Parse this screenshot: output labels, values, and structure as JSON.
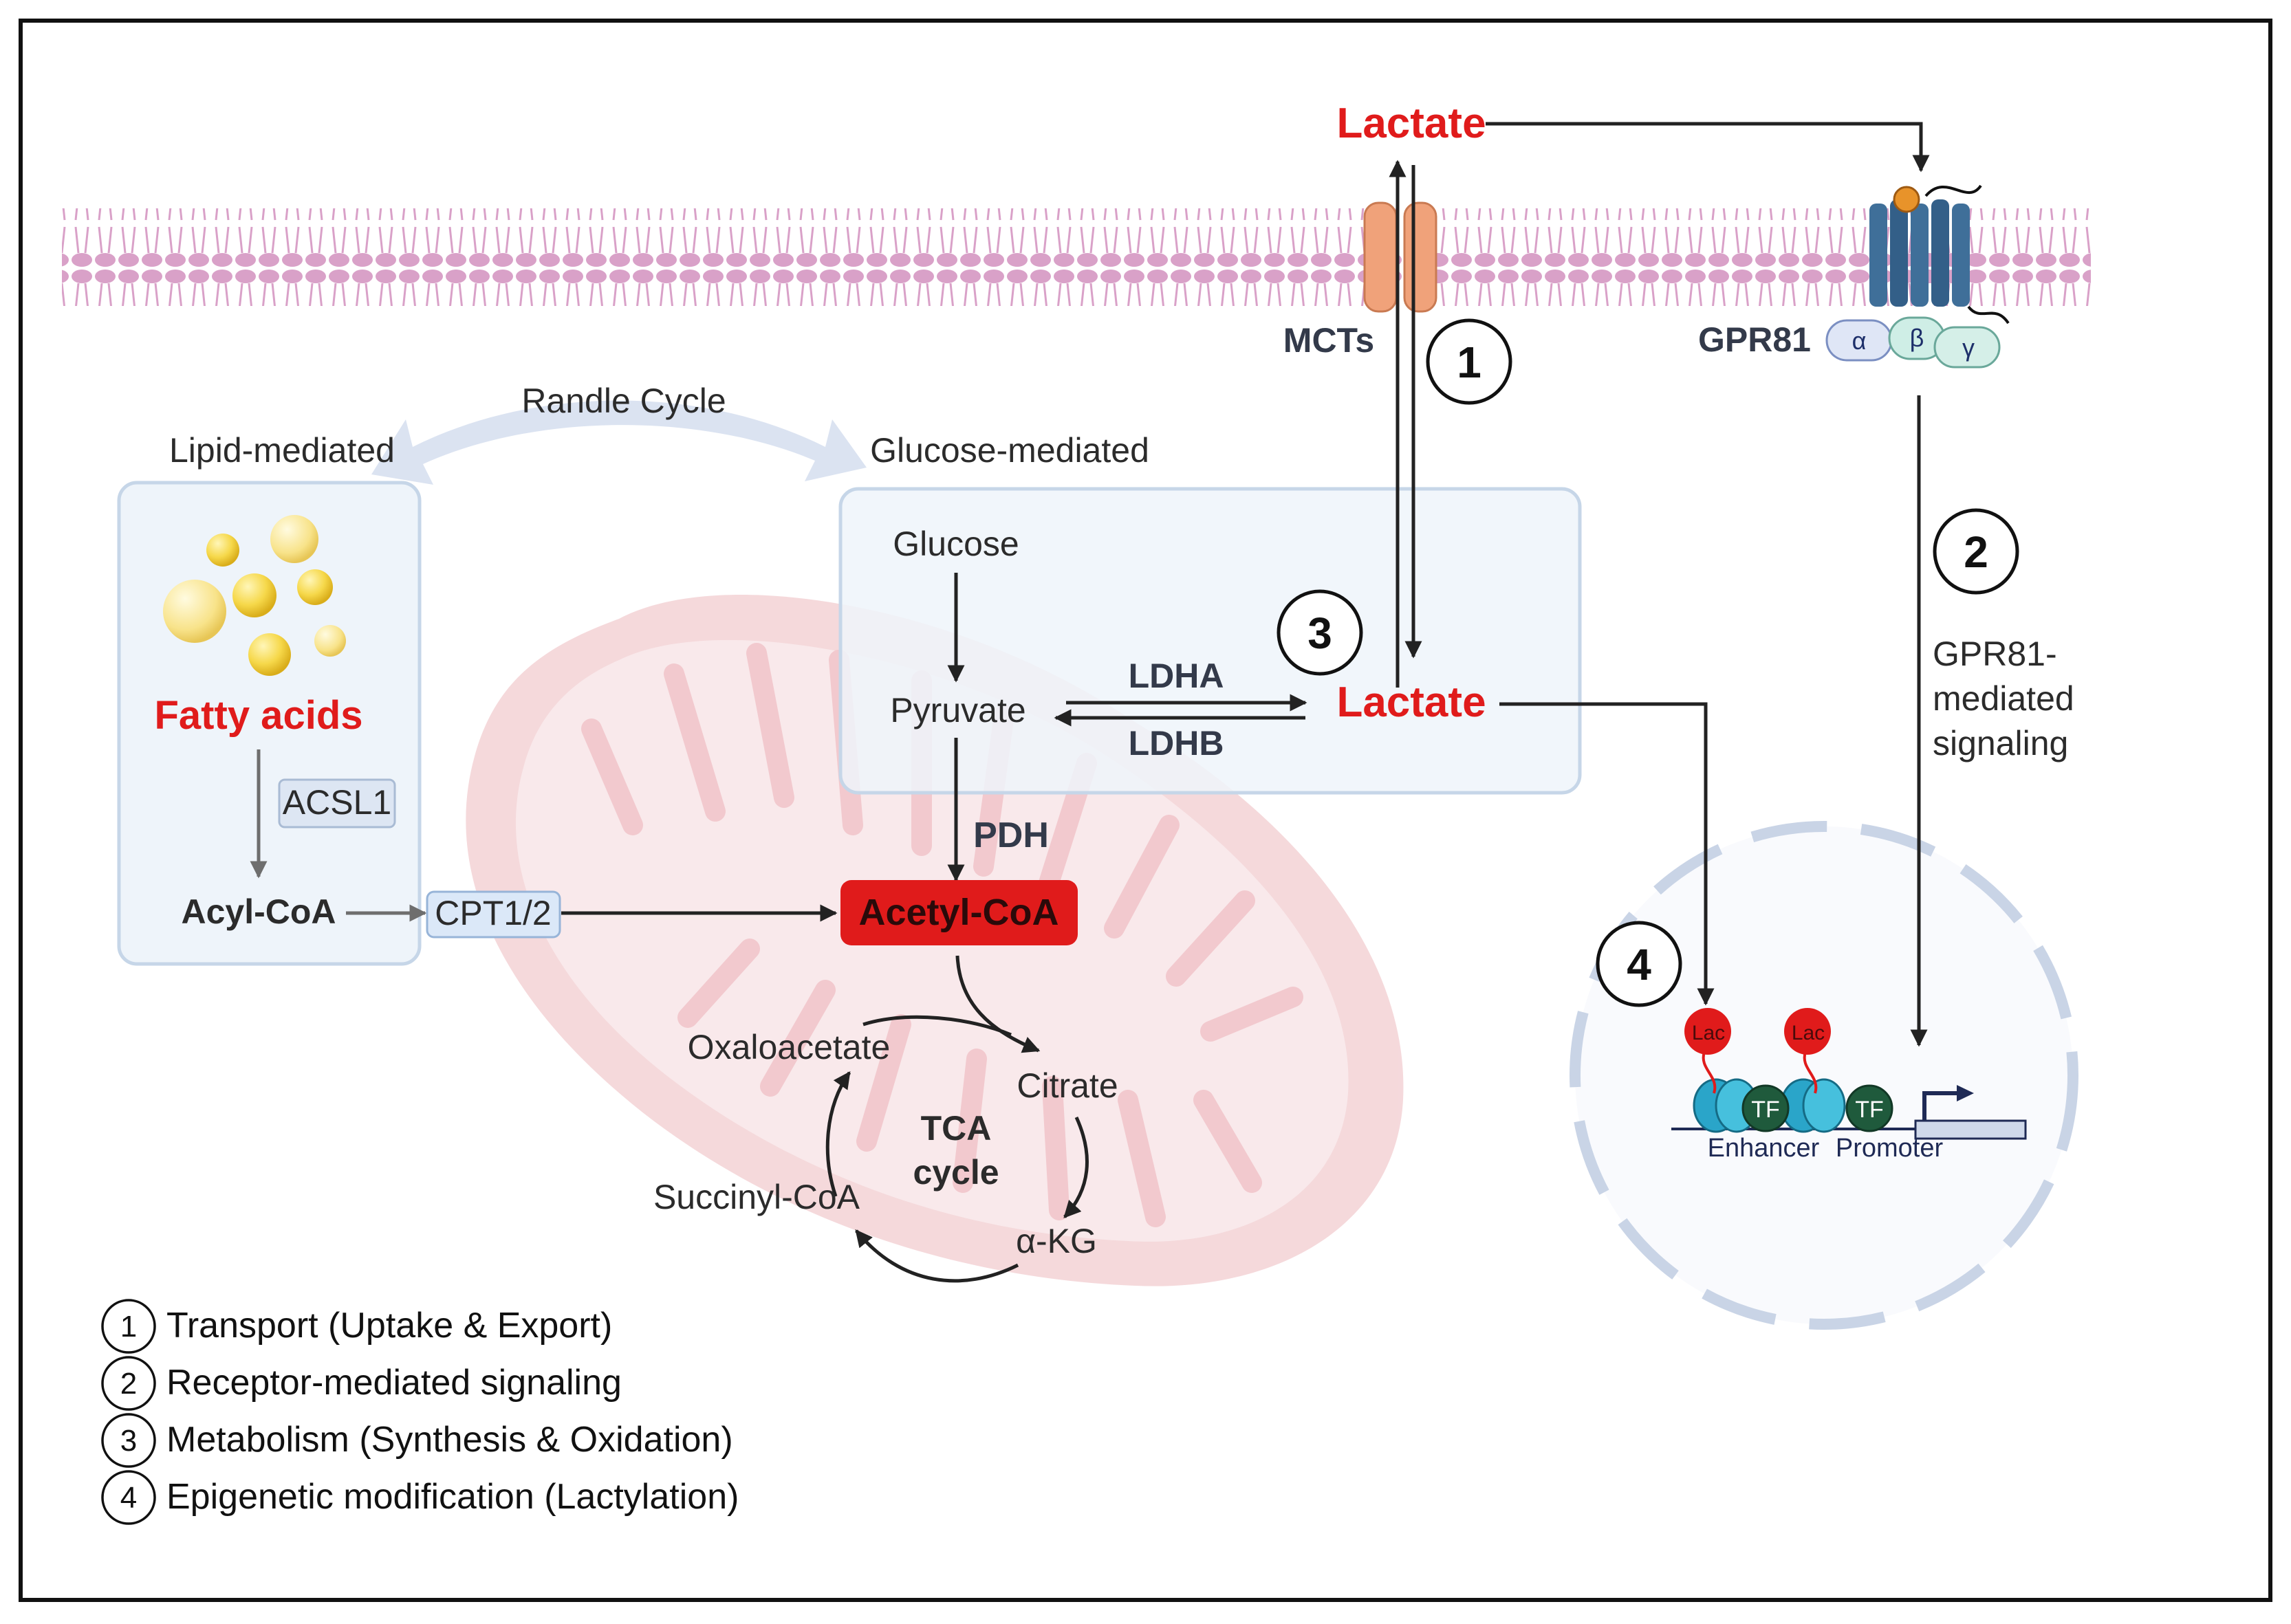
{
  "colors": {
    "highlight_red": "#e01b1b",
    "membrane_pink": "#d9a1c8",
    "mct_orange": "#f0a27a",
    "gpr81_blue": "#3f6f99",
    "mitochondrion_pink": "#f3d3d6",
    "box_fill": "#eef4fa",
    "box_border": "#c6d6e8",
    "nucleus_border": "#c9d4e6"
  },
  "membrane": {
    "lactate_extracellular": "Lactate",
    "mcts_label": "MCTs",
    "gpr81_label": "GPR81",
    "g_protein": {
      "alpha": "α",
      "beta": "β",
      "gamma": "γ"
    }
  },
  "randle": {
    "label": "Randle Cycle",
    "left_label": "Lipid-mediated",
    "right_label": "Glucose-mediated"
  },
  "lipid_box": {
    "fatty_acids": "Fatty acids",
    "acsl1": "ACSL1",
    "acyl_coa": "Acyl-CoA",
    "cpt": "CPT1/2"
  },
  "glucose_box": {
    "glucose": "Glucose",
    "pyruvate": "Pyruvate",
    "ldha": "LDHA",
    "ldhb": "LDHB",
    "lactate_intracellular": "Lactate"
  },
  "mito": {
    "pdh": "PDH",
    "acetyl_coa": "Acetyl-CoA",
    "tca_line1": "TCA",
    "tca_line2": "cycle",
    "oxaloacetate": "Oxaloacetate",
    "citrate": "Citrate",
    "succinyl_coa": "Succinyl-CoA",
    "akg": "α-KG"
  },
  "signaling": {
    "line1": "GPR81-",
    "line2": "mediated",
    "line3": "signaling"
  },
  "nucleus": {
    "lac1": "Lac",
    "lac2": "Lac",
    "tf1": "TF",
    "tf2": "TF",
    "enhancer": "Enhancer",
    "promoter": "Promoter"
  },
  "steps": {
    "s1": "1",
    "s2": "2",
    "s3": "3",
    "s4": "4"
  },
  "legend": [
    {
      "num": "1",
      "text": "Transport (Uptake & Export)"
    },
    {
      "num": "2",
      "text": "Receptor-mediated signaling"
    },
    {
      "num": "3",
      "text": "Metabolism (Synthesis & Oxidation)"
    },
    {
      "num": "4",
      "text": "Epigenetic modification (Lactylation)"
    }
  ]
}
